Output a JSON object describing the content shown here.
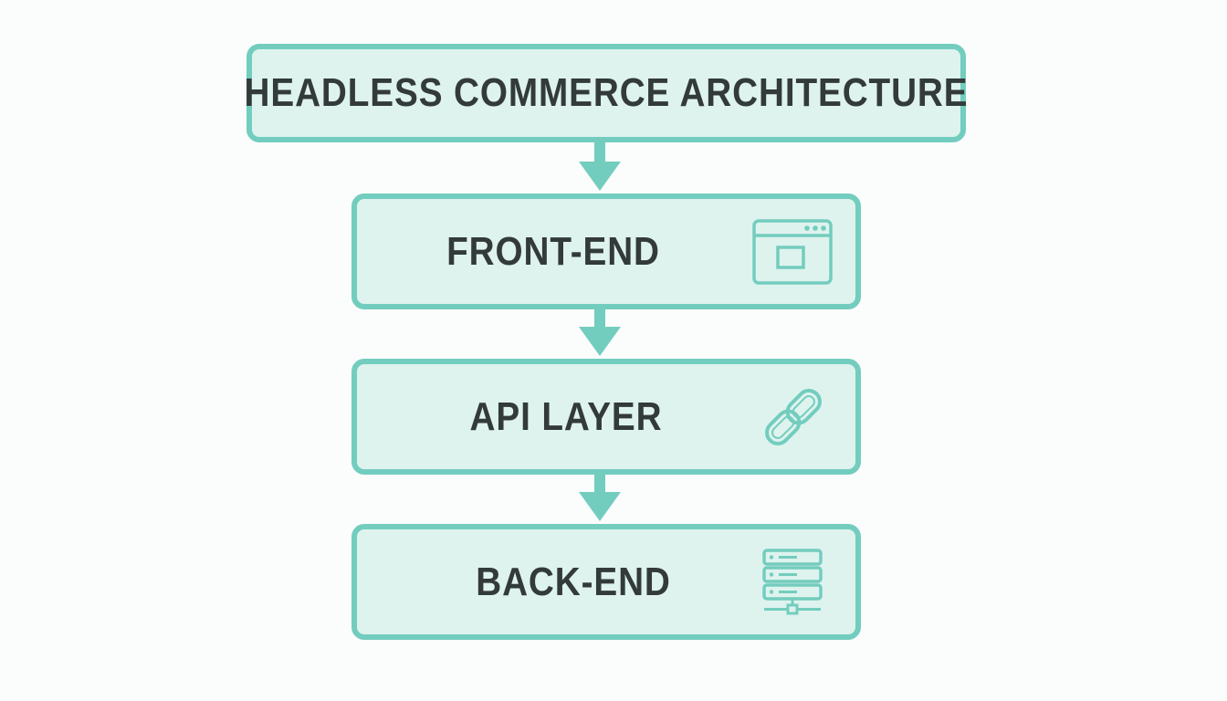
{
  "diagram": {
    "title": "HEADLESS COMMERCE ARCHITECTURE",
    "layers": [
      {
        "label": "FRONT-END",
        "icon": "browser-window-icon"
      },
      {
        "label": "API LAYER",
        "icon": "chain-link-icon"
      },
      {
        "label": "BACK-END",
        "icon": "server-stack-icon"
      }
    ]
  },
  "colors": {
    "box_fill": "#def3ee",
    "border_accent": "#73cdbe",
    "text": "#333a3a",
    "background": "#fbfcfc"
  }
}
